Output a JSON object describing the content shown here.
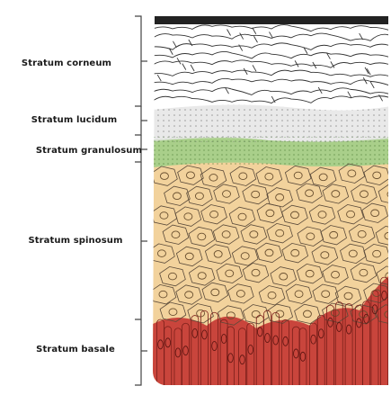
{
  "labels": {
    "corneum": "Stratum corneum",
    "lucidum": "Stratum lucidum",
    "granulosum": "Stratum granulosum",
    "spinosum": "Stratum spinosum",
    "basale": "Stratum basale"
  },
  "colors": {
    "corneum_top": "#222222",
    "corneum": "#ffffff",
    "lucidum": "#e4e4e4",
    "granulosum": "#a9cf8a",
    "spinosum": "#f2d29c",
    "basale": "#c9453c",
    "line": "#5a4a3a"
  }
}
